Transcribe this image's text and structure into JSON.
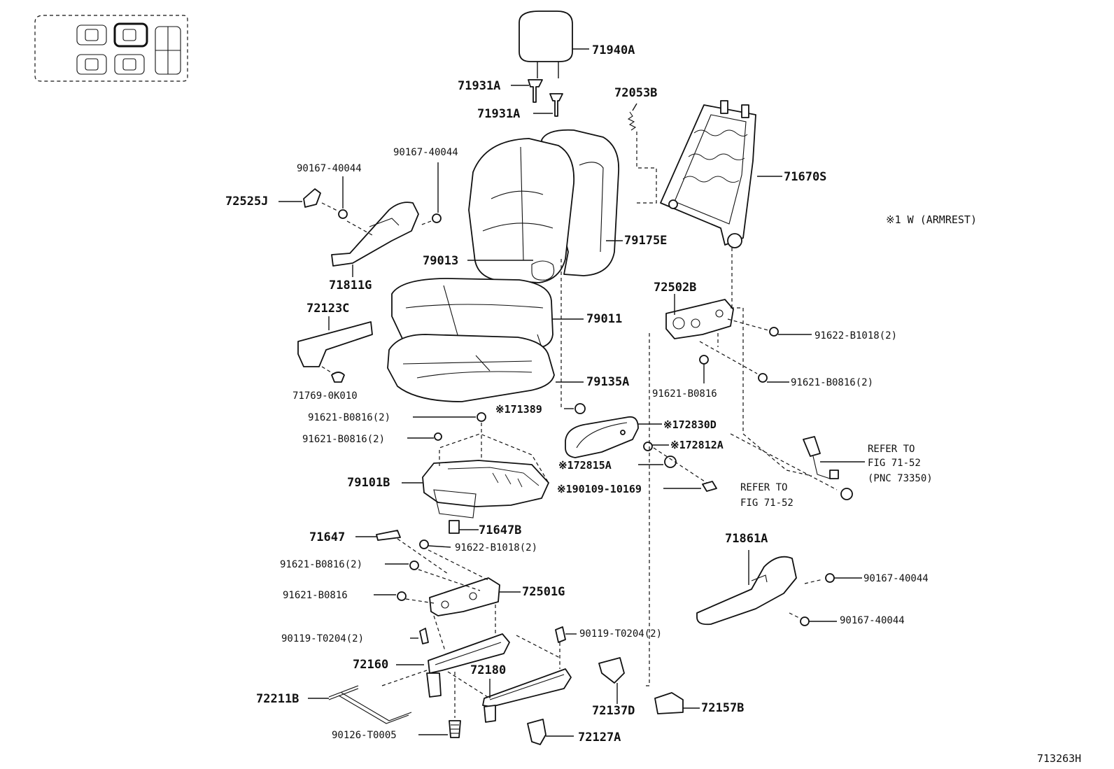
{
  "diagram": {
    "drawing_code": "713263H",
    "legend_note": "※1 W (ARMREST)",
    "labels": {
      "p71940A": "71940A",
      "p71931A_1": "71931A",
      "p71931A_2": "71931A",
      "p72053B": "72053B",
      "p71670S": "71670S",
      "p90167_top_left": "90167-40044",
      "p90167_top_mid": "90167-40044",
      "p72525J": "72525J",
      "p71811G": "71811G",
      "p79013": "79013",
      "p79175E": "79175E",
      "p72502B": "72502B",
      "p72123C": "72123C",
      "p79011": "79011",
      "p91622_B1018_right": "91622-B1018(2)",
      "p91621_B0816_right": "91621-B0816(2)",
      "p91621_B0816_center": "91621-B0816",
      "p71769": "71769-0K010",
      "p79135A": "79135A",
      "p171389": "※171389",
      "p91621_left_1": "91621-B0816(2)",
      "p91621_left_2": "91621-B0816(2)",
      "p172830D": "※172830D",
      "p172812A": "※172812A",
      "p172815A": "※172815A",
      "p79101B": "79101B",
      "p190109": "※190109-10169",
      "refer1_l1": "REFER TO",
      "refer1_l2": "FIG 71-52",
      "refer1_l3": "(PNC 73350)",
      "refer2_l1": "REFER TO",
      "refer2_l2": "FIG 71-52",
      "p71647B": "71647B",
      "p71647": "71647",
      "p91622_B1018_left": "91622-B1018(2)",
      "p71861A": "71861A",
      "p91621_left_3": "91621-B0816(2)",
      "p90167_right_1": "90167-40044",
      "p72501G": "72501G",
      "p91621_left_4": "91621-B0816",
      "p90167_right_2": "90167-40044",
      "p90119_left": "90119-T0204(2)",
      "p90119_mid": "90119-T0204(2)",
      "p72160": "72160",
      "p72180": "72180",
      "p72211B": "72211B",
      "p72137D": "72137D",
      "p72157B": "72157B",
      "p90126": "90126-T0005",
      "p72127A": "72127A"
    },
    "icons": [
      "seat-position-legend-icon"
    ]
  }
}
